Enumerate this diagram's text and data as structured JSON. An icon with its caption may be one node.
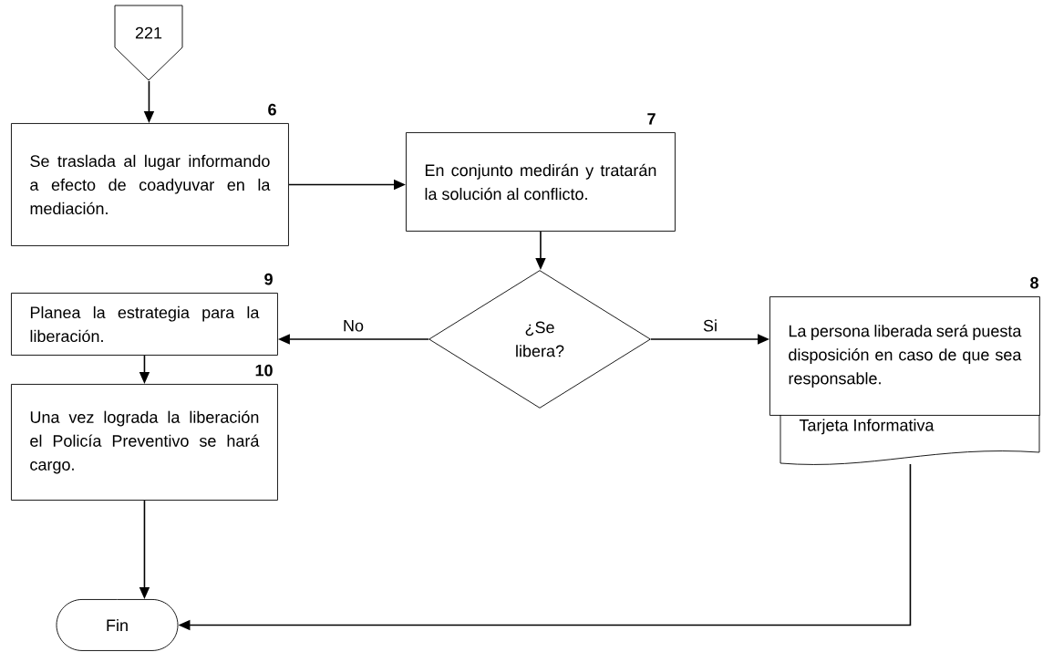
{
  "diagram": {
    "nodes": [
      {
        "text": [
          "221"
        ]
      },
      {
        "text": [
          "Se traslada al lugar informando a efecto de coadyuvar en la mediación."
        ],
        "beside": [
          "6"
        ]
      },
      {
        "text": [
          "En conjunto medirán y tratarán la solución al conflicto."
        ],
        "beside": [
          "7"
        ]
      },
      {
        "text": [
          "¿Se libera?"
        ]
      },
      {
        "text": [
          "Planea la estrategia para la liberación."
        ],
        "beside": [
          "9"
        ]
      },
      {
        "text": [
          "La persona liberada será puesta disposición en caso de que sea responsable."
        ],
        "beside": [
          "8"
        ]
      },
      {
        "text": [
          "Tarjeta Informativa"
        ]
      },
      {
        "text": [
          "Una vez lograda la liberación el Policía Preventivo se hará cargo."
        ],
        "beside": [
          "10"
        ]
      },
      {
        "text": [
          "Fin"
        ]
      }
    ],
    "edges": [
      {
        "from": 0,
        "to": 1,
        "arrow": "to"
      },
      {
        "from": 1,
        "to": 2,
        "arrow": "to"
      },
      {
        "from": 2,
        "to": 3,
        "arrow": "to"
      },
      {
        "from": 3,
        "to": 4,
        "arrow": "to",
        "label": "No"
      },
      {
        "from": 3,
        "to": 5,
        "arrow": "to",
        "label": "Si"
      },
      {
        "from": 4,
        "to": 7,
        "arrow": "to"
      },
      {
        "from": 7,
        "to": 8,
        "arrow": "to"
      },
      {
        "from": 6,
        "to": 8,
        "arrow": "to"
      }
    ]
  }
}
